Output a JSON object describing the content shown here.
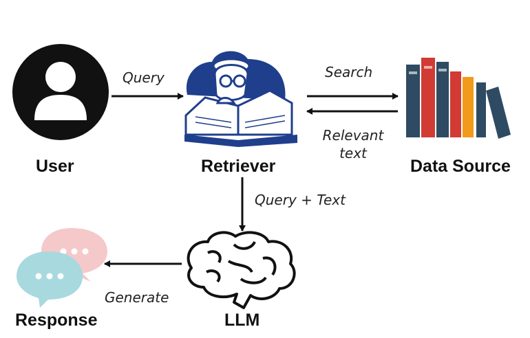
{
  "nodes": {
    "user": {
      "label": "User",
      "icon": "user-avatar-icon"
    },
    "retriever": {
      "label": "Retriever",
      "icon": "reading-scholar-icon"
    },
    "data_source": {
      "label": "Data Source",
      "icon": "books-icon"
    },
    "llm": {
      "label": "LLM",
      "icon": "brain-icon"
    },
    "response": {
      "label": "Response",
      "icon": "chat-bubbles-icon"
    }
  },
  "edges": {
    "user_to_retriever": "Query",
    "retriever_to_source": "Search",
    "source_to_retriever_line1": "Relevant",
    "source_to_retriever_line2": "text",
    "retriever_to_llm": "Query + Text",
    "llm_to_response": "Generate"
  },
  "colors": {
    "ink": "#111111",
    "retriever_blue": "#1f3f8c",
    "bubble_pink": "#f5c9c9",
    "bubble_teal": "#a8d9df",
    "book_navy": "#2f4b63",
    "book_red": "#d23a34",
    "book_orange": "#f29a1a"
  }
}
